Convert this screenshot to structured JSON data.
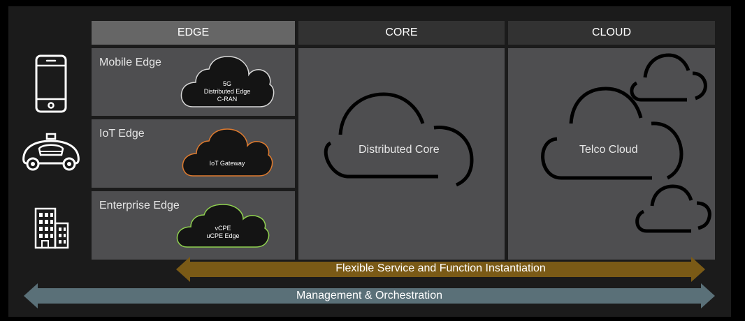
{
  "columns": {
    "edge": "EDGE",
    "core": "CORE",
    "cloud": "CLOUD"
  },
  "edge_panels": {
    "mobile": {
      "title": "Mobile Edge",
      "cloud_lines": [
        "5G",
        "Distributed Edge",
        "C-RAN"
      ],
      "outline_color": "#d7d7d7"
    },
    "iot": {
      "title": "IoT Edge",
      "cloud_lines": [
        "IoT Gateway"
      ],
      "outline_color": "#e07b2e"
    },
    "enterprise": {
      "title": "Enterprise Edge",
      "cloud_lines": [
        "vCPE",
        "uCPE Edge"
      ],
      "outline_color": "#8fd14f"
    }
  },
  "core_label": "Distributed Core",
  "cloud_label": "Telco Cloud",
  "arrows": {
    "service": {
      "label": "Flexible Service and Function Instantiation",
      "color": "#7a5a16"
    },
    "management": {
      "label": "Management & Orchestration",
      "color": "#5a7078"
    }
  },
  "side_icons": [
    "smartphone-icon",
    "autonomous-car-icon",
    "buildings-icon"
  ]
}
